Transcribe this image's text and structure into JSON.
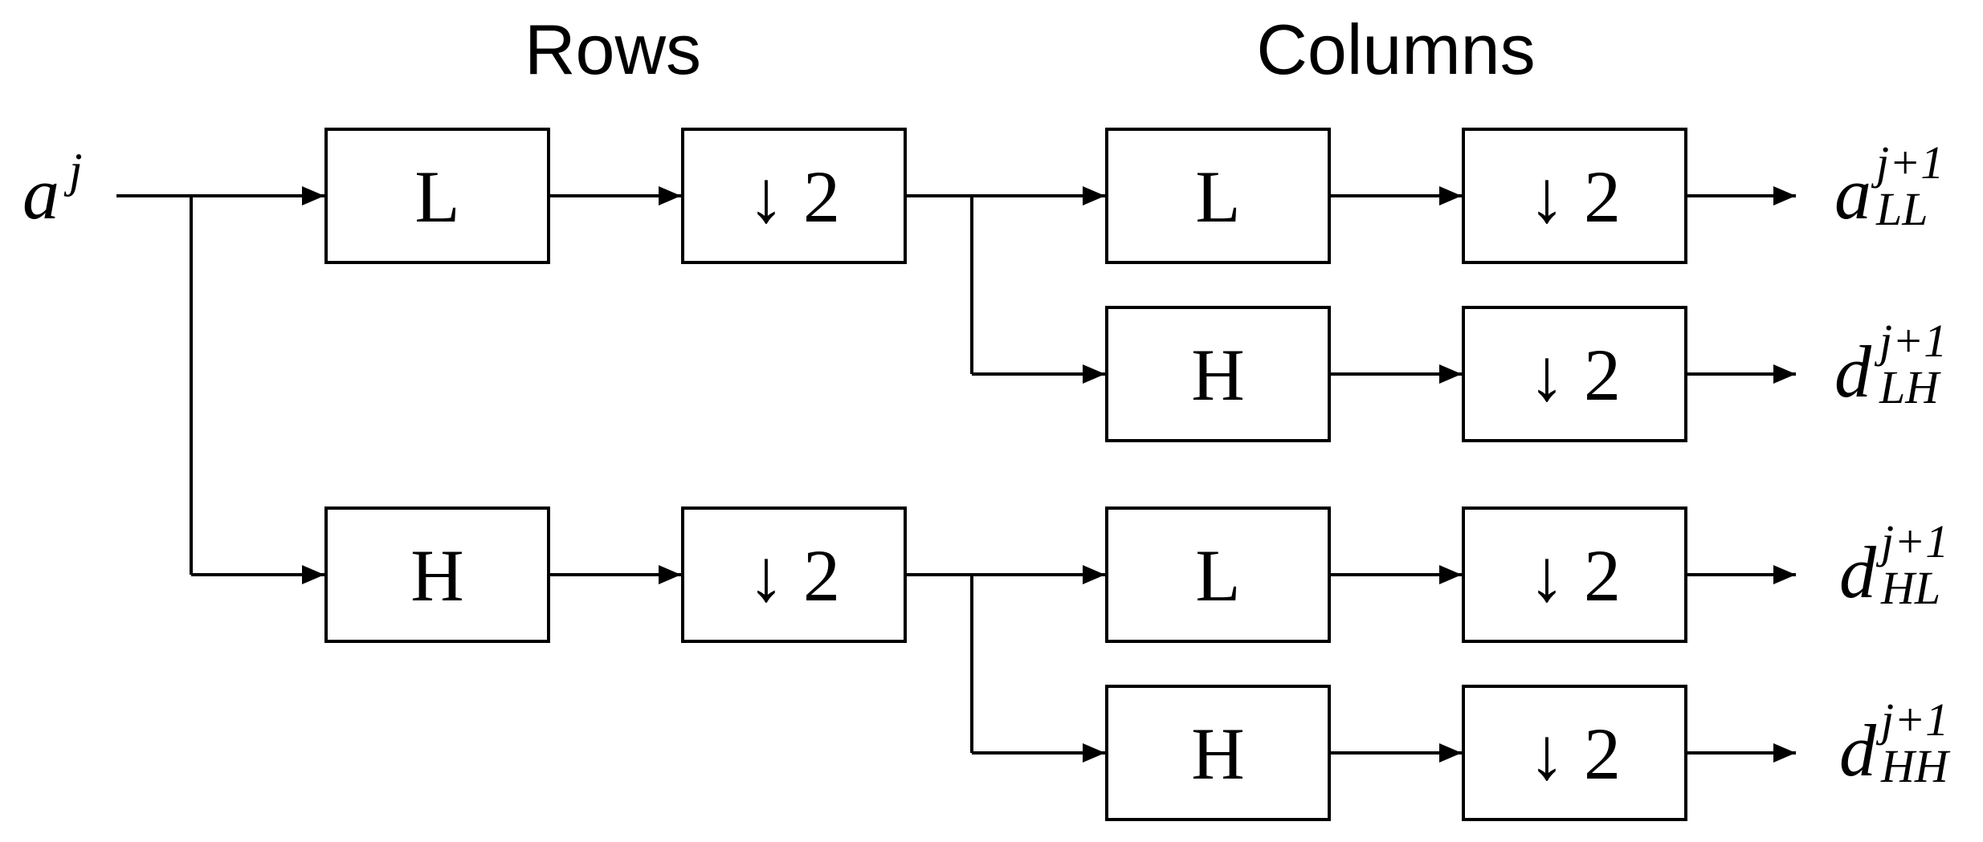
{
  "headings": {
    "rows": "Rows",
    "columns": "Columns"
  },
  "input": {
    "base": "a",
    "superscript": "j"
  },
  "stage_rows": {
    "upper": {
      "filter": "L",
      "downsample": "↓ 2"
    },
    "lower": {
      "filter": "H",
      "downsample": "↓ 2"
    }
  },
  "stage_columns": [
    {
      "filter": "L",
      "downsample": "↓ 2"
    },
    {
      "filter": "H",
      "downsample": "↓ 2"
    },
    {
      "filter": "L",
      "downsample": "↓ 2"
    },
    {
      "filter": "H",
      "downsample": "↓ 2"
    }
  ],
  "outputs": [
    {
      "base": "a",
      "superscript": "j+1",
      "subscript": "LL"
    },
    {
      "base": "d",
      "superscript": "j+1",
      "subscript": "LH"
    },
    {
      "base": "d",
      "superscript": "j+1",
      "subscript": "HL"
    },
    {
      "base": "d",
      "superscript": "j+1",
      "subscript": "HH"
    }
  ]
}
